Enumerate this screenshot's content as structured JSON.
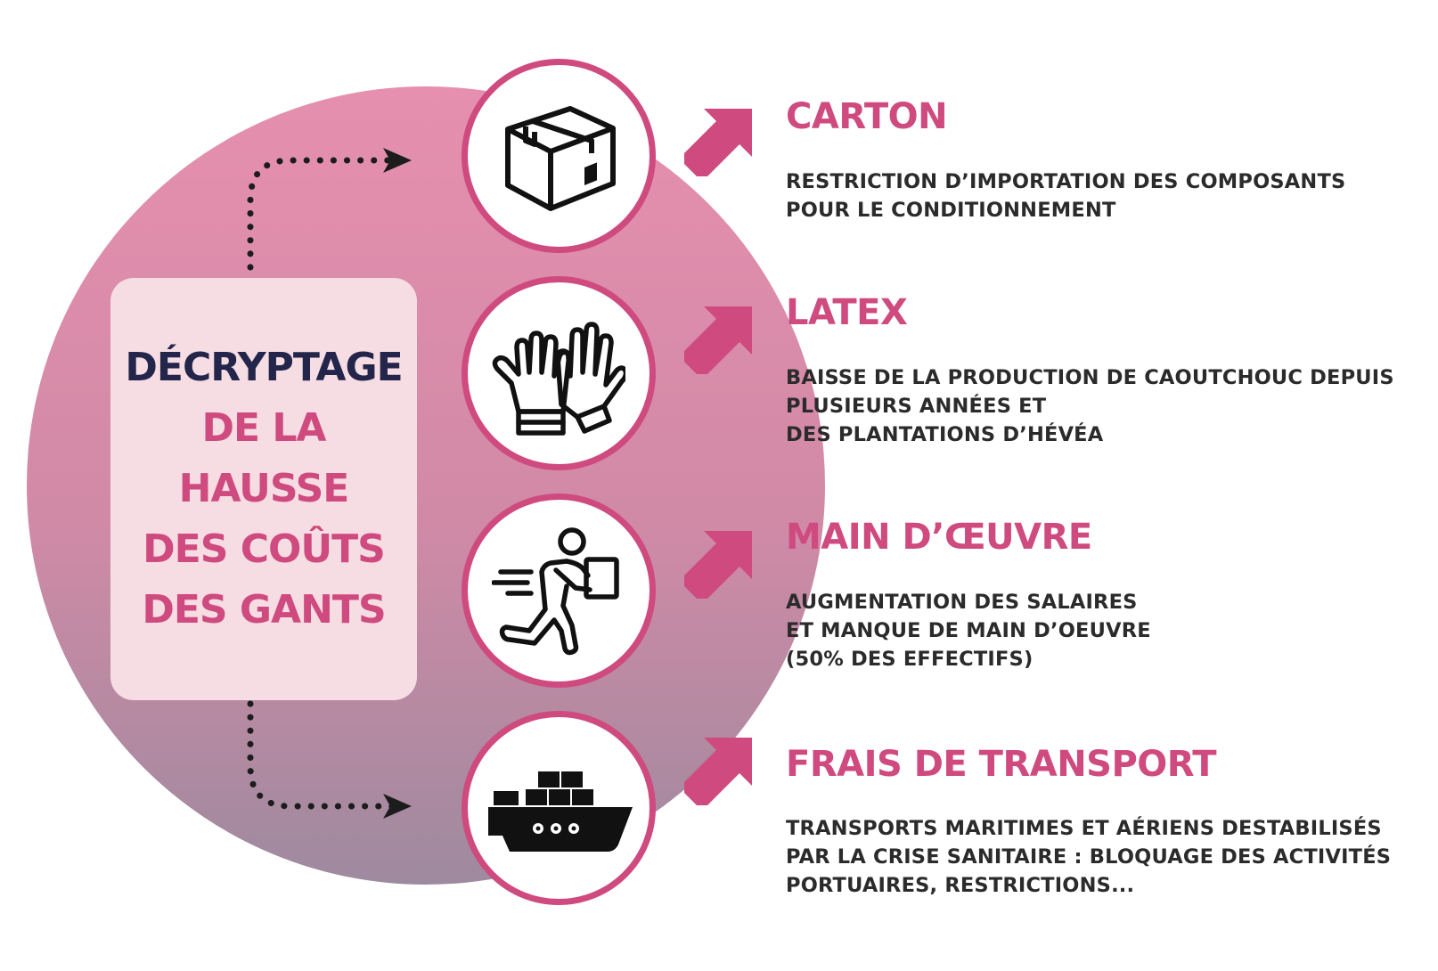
{
  "colors": {
    "accent": "#cf4a7e",
    "circle_top": "#e68fae",
    "circle_bottom": "#9e8a9f",
    "title_box": "#f6dde3",
    "title_dark": "#23254a",
    "desc_text": "#2b2b2b"
  },
  "title": {
    "line1": "DÉCRYPTAGE",
    "line2": "DE LA",
    "line3": "HAUSSE",
    "line4": "DES COÛTS",
    "line5": "DES GANTS"
  },
  "items": [
    {
      "icon": "box-icon",
      "title": "CARTON",
      "description": "RESTRICTION D’IMPORTATION DES COMPOSANTS\nPOUR LE CONDITIONNEMENT"
    },
    {
      "icon": "gloves-icon",
      "title": "LATEX",
      "description": "BAISSE DE LA PRODUCTION DE CAOUTCHOUC DEPUIS\nPLUSIEURS ANNÉES ET\nDES PLANTATIONS D’HÉVÉA"
    },
    {
      "icon": "delivery-person-icon",
      "title": "MAIN D’ŒUVRE",
      "description": "AUGMENTATION DES SALAIRES\nET MANQUE DE MAIN D’OEUVRE\n(50% DES EFFECTIFS)"
    },
    {
      "icon": "cargo-ship-icon",
      "title": "FRAIS DE TRANSPORT",
      "description": "TRANSPORTS MARITIMES ET AÉRIENS DESTABILISÉS\nPAR LA CRISE SANITAIRE : BLOQUAGE DES ACTIVITÉS\nPORTUAIRES, RESTRICTIONS..."
    }
  ]
}
